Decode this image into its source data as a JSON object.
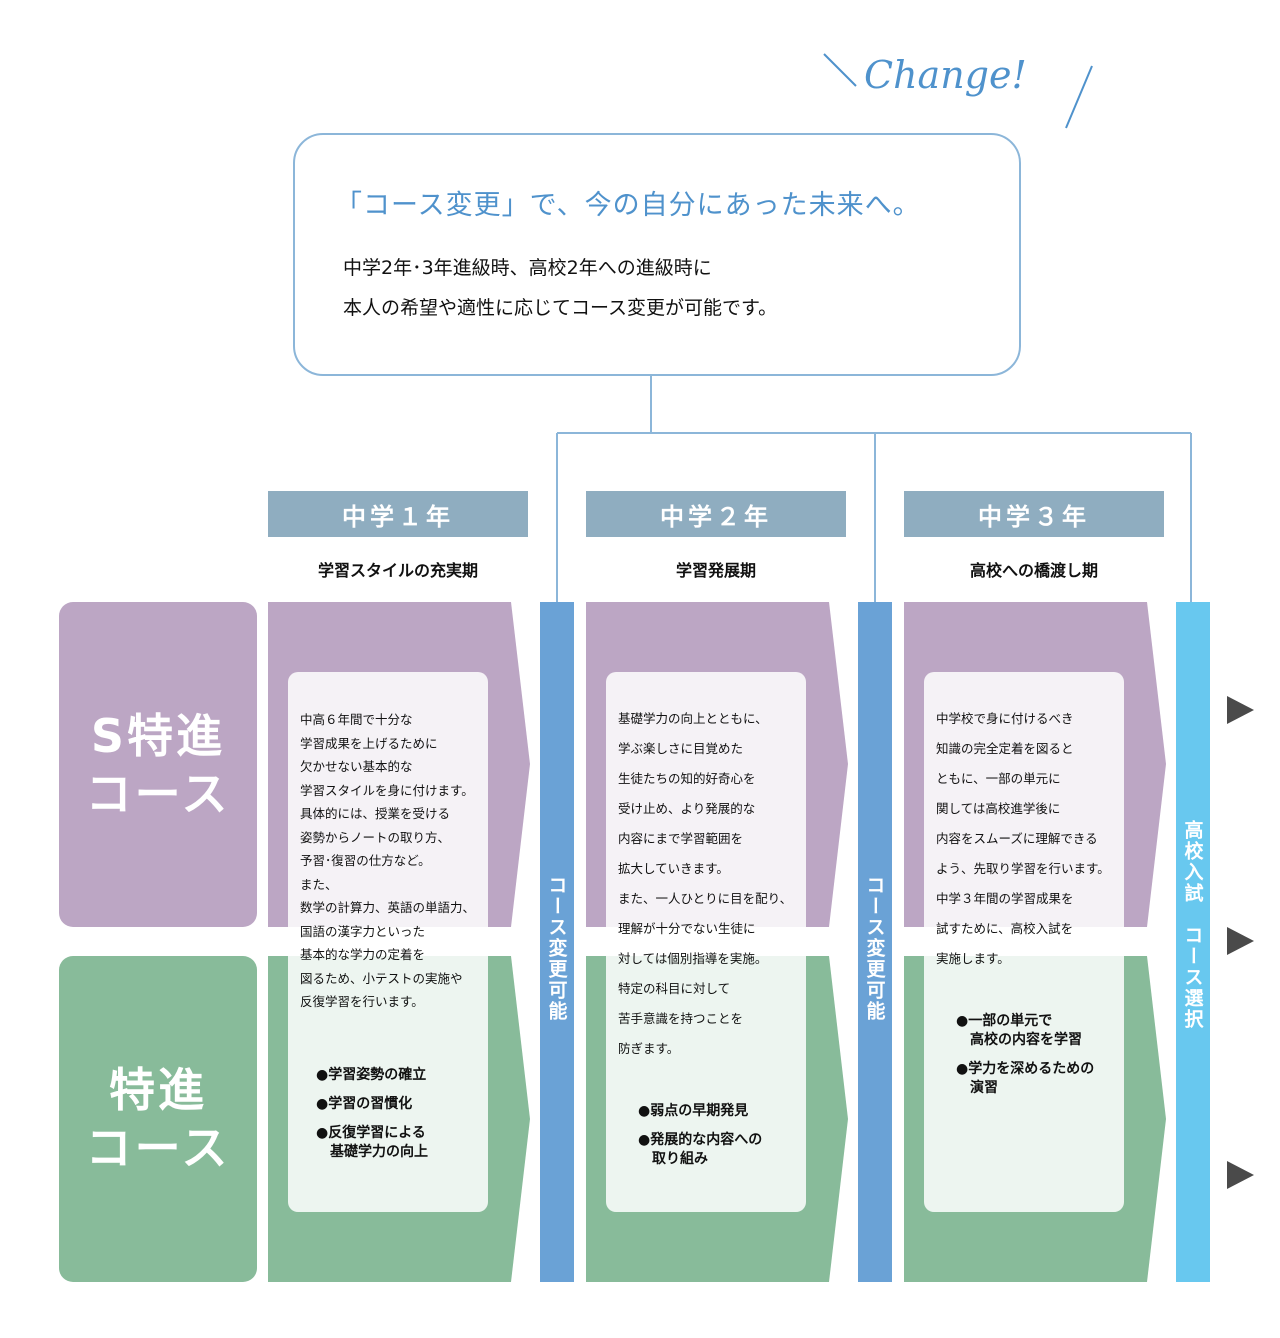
{
  "change_text": "Change!",
  "intro": {
    "heading": "「コース変更」で、今の自分にあった未来へ。",
    "line1": "中学2年･3年進級時、高校2年への進級時に",
    "line2": "本人の希望や適性に応じてコース変更が可能です。"
  },
  "grades": [
    {
      "label": "中学１年",
      "subtitle": "学習スタイルの充実期"
    },
    {
      "label": "中学２年",
      "subtitle": "学習発展期"
    },
    {
      "label": "中学３年",
      "subtitle": "高校への橋渡し期"
    }
  ],
  "courses": {
    "s": {
      "line1": "S特進",
      "line2": "コース"
    },
    "t": {
      "line1": "特進",
      "line2": "コース"
    }
  },
  "stages": [
    {
      "lines": [
        "中高６年間で十分な",
        "学習成果を上げるために",
        "欠かせない基本的な",
        "学習スタイルを身に付けます。",
        "具体的には、授業を受ける",
        "姿勢からノートの取り方、",
        "予習･復習の仕方など。",
        "また、",
        "数学の計算力、英語の単語力、",
        "国語の漢字力といった",
        "基本的な学力の定着を",
        "図るため、小テストの実施や",
        "反復学習を行います。"
      ],
      "bullets": [
        "●学習姿勢の確立",
        "●学習の習慣化",
        "●反復学習による\n　基礎学力の向上"
      ]
    },
    {
      "lines": [
        "基礎学力の向上とともに、",
        "学ぶ楽しさに目覚めた",
        "生徒たちの知的好奇心を",
        "受け止め、より発展的な",
        "内容にまで学習範囲を",
        "拡大していきます。",
        "また、一人ひとりに目を配り、",
        "理解が十分でない生徒に",
        "対しては個別指導を実施。",
        "特定の科目に対して",
        "苦手意識を持つことを",
        "防ぎます。"
      ],
      "bullets": [
        "●弱点の早期発見",
        "●発展的な内容への\n　取り組み"
      ]
    },
    {
      "lines": [
        "中学校で身に付けるべき",
        "知識の完全定着を図ると",
        "ともに、一部の単元に",
        "関しては高校進学後に",
        "内容をスムーズに理解できる",
        "よう、先取り学習を行います。",
        "中学３年間の学習成果を",
        "試すために、高校入試を",
        "実施します。"
      ],
      "bullets": [
        "●一部の単元で\n　高校の内容を学習",
        "●学力を深めるための\n　演習"
      ]
    }
  ],
  "bars": [
    {
      "text": "コース変更可能"
    },
    {
      "text": "コース変更可能"
    },
    {
      "text": "高校入試　コース選択"
    }
  ],
  "colors": {
    "s_course": "#bca6c4",
    "t_course": "#88bb9a",
    "grade_tab": "#8fadc0",
    "change_bar": "#6aa2d6",
    "exam_bar": "#68c8ef",
    "frame_line": "#8cb6d9",
    "heading_blue": "#4f92cc",
    "arrow": "#4a4a4a"
  }
}
